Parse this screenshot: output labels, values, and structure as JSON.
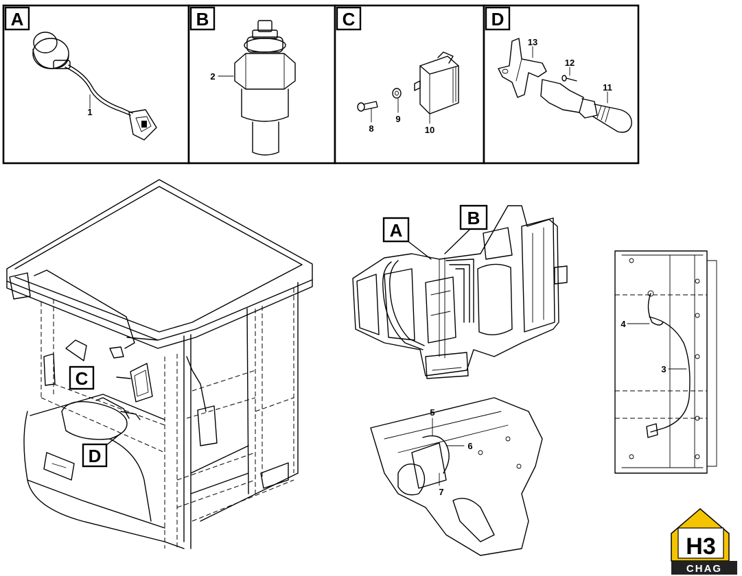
{
  "panels": [
    {
      "letter": "A",
      "callouts": [
        "1"
      ]
    },
    {
      "letter": "B",
      "callouts": [
        "2"
      ]
    },
    {
      "letter": "C",
      "callouts": [
        "8",
        "9",
        "10"
      ]
    },
    {
      "letter": "D",
      "callouts": [
        "13",
        "12",
        "11"
      ]
    }
  ],
  "overview_labels": {
    "cab_c": "C",
    "cab_d": "D",
    "engine_a": "A",
    "engine_b": "B"
  },
  "frame_callouts": [
    "4",
    "3"
  ],
  "chassis_callouts": [
    "5",
    "6",
    "7"
  ],
  "logo": {
    "mark": "H3",
    "brand": "CHAG",
    "color": "#f5c400"
  }
}
